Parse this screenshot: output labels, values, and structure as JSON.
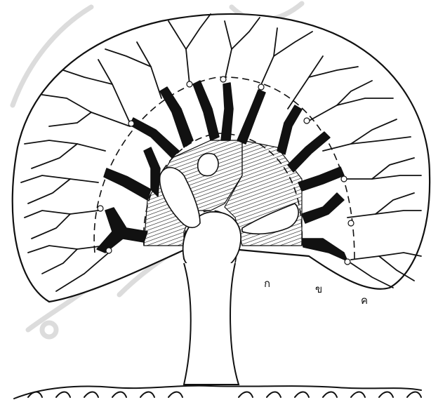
{
  "diagram": {
    "zone_labels": [
      "ก",
      "ข",
      "ค"
    ],
    "colors": {
      "ink": "#111111",
      "paper": "#ffffff",
      "watermark": "#d9d9d9"
    }
  }
}
